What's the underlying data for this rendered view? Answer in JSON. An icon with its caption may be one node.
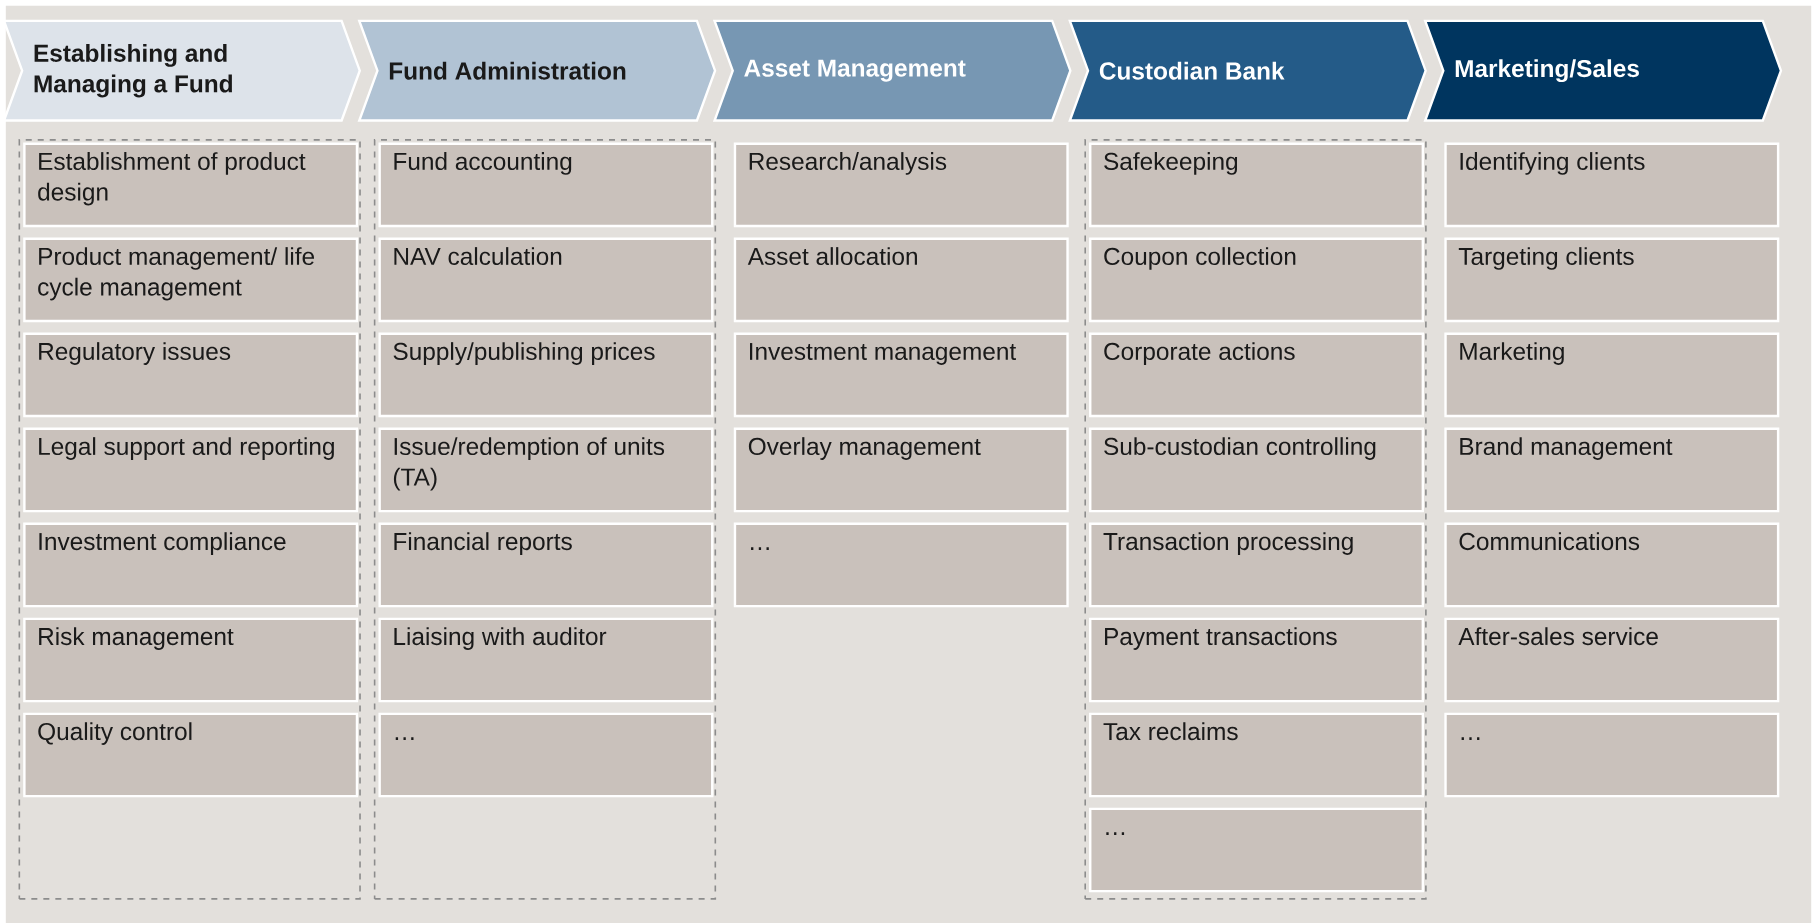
{
  "diagram": {
    "nodes": [
      {
        "text": [
          "Establishing and Managing a Fund"
        ]
      },
      {
        "text": [],
        "shape": "box"
      },
      {
        "text": [
          "Establishment of product design"
        ],
        "in": 1
      },
      {
        "text": [
          "Product management/ life cycle management"
        ],
        "in": 1
      },
      {
        "text": [
          "Regulatory issues"
        ],
        "in": 1
      },
      {
        "text": [
          "Legal support and reporting"
        ],
        "in": 1
      },
      {
        "text": [
          "Investment compliance"
        ],
        "in": 1
      },
      {
        "text": [
          "Risk management"
        ],
        "in": 1
      },
      {
        "text": [
          "Quality control"
        ],
        "in": 1
      },
      {
        "text": [
          "Fund Administration"
        ]
      },
      {
        "text": [],
        "shape": "box"
      },
      {
        "text": [
          "Fund accounting"
        ],
        "in": 10
      },
      {
        "text": [
          "NAV calculation"
        ],
        "in": 10
      },
      {
        "text": [
          "Supply/publishing prices"
        ],
        "in": 10
      },
      {
        "text": [
          "Issue/redemption of units (TA)"
        ],
        "in": 10
      },
      {
        "text": [
          "Financial reports"
        ],
        "in": 10
      },
      {
        "text": [
          "Liaising with auditor"
        ],
        "in": 10
      },
      {
        "text": [
          "…"
        ],
        "in": 10
      },
      {
        "text": [
          "Asset Management"
        ]
      },
      {
        "text": [
          "Research/analysis"
        ]
      },
      {
        "text": [
          "Asset allocation"
        ]
      },
      {
        "text": [
          "Investment management"
        ]
      },
      {
        "text": [
          "Overlay management"
        ]
      },
      {
        "text": [
          "…"
        ]
      },
      {
        "text": [
          "Custodian Bank"
        ]
      },
      {
        "text": [],
        "shape": "box"
      },
      {
        "text": [
          "Safekeeping"
        ],
        "in": 25
      },
      {
        "text": [
          "Coupon collection"
        ],
        "in": 25
      },
      {
        "text": [
          "Corporate actions"
        ],
        "in": 25
      },
      {
        "text": [
          "Sub-custodian controlling"
        ],
        "in": 25
      },
      {
        "text": [
          "Transaction processing"
        ],
        "in": 25
      },
      {
        "text": [
          "Payment transactions"
        ],
        "in": 25
      },
      {
        "text": [
          "Tax reclaims"
        ],
        "in": 25
      },
      {
        "text": [
          "…"
        ],
        "in": 25
      },
      {
        "text": [
          "Marketing/Sales"
        ]
      },
      {
        "text": [
          "Identifying clients"
        ]
      },
      {
        "text": [
          "Targeting clients"
        ]
      },
      {
        "text": [
          "Marketing"
        ]
      },
      {
        "text": [
          "Brand management"
        ]
      },
      {
        "text": [
          "Communications"
        ]
      },
      {
        "text": [
          "After-sales service"
        ]
      },
      {
        "text": [
          "…"
        ]
      }
    ]
  }
}
